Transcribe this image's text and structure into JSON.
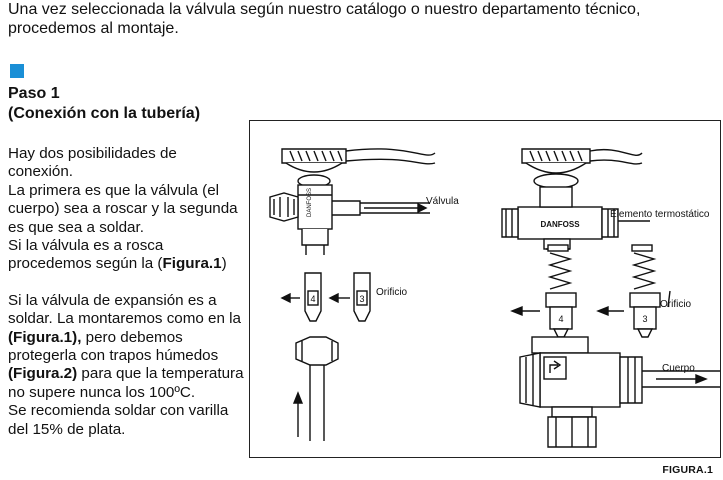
{
  "intro": "Una vez seleccionada la válvula según nuestro catálogo o nuestro departamento técnico, procedemos al montaje.",
  "step": {
    "title": "Paso 1",
    "subtitle": "(Conexión con la tubería)"
  },
  "paragraph1": [
    {
      "text": "Hay dos posibilidades de conexión."
    },
    {
      "text": "La primera es que la válvula (el cuerpo) sea a roscar y la segunda es que sea a soldar."
    },
    {
      "pre": "Si la válvula es a rosca procedemos según la (",
      "bold": "Figura.1",
      "post": ")"
    }
  ],
  "paragraph2": {
    "pre": "Si la válvula de expansión es a soldar. La montaremos como en la ",
    "bold1": "(Figura.1),",
    "mid": " pero debemos protegerla con trapos húmedos ",
    "bold2": "(Figura.2)",
    "post": " para que la temperatura no supere nunca los 100ºC.",
    "last": "Se recomienda soldar con varilla del 15% de plata."
  },
  "figure": {
    "caption": "FIGURA.1",
    "labels": {
      "valvula": "Válvula",
      "orificio_left": "Orificio",
      "elemento": "Elemento termostático",
      "orificio_right": "Orificio",
      "cuerpo": "Cuerpo"
    },
    "brand_left": "DANFOSS",
    "brand_right": "DANFOSS",
    "orifice_numbers": [
      "4",
      "3",
      "4",
      "3"
    ]
  }
}
